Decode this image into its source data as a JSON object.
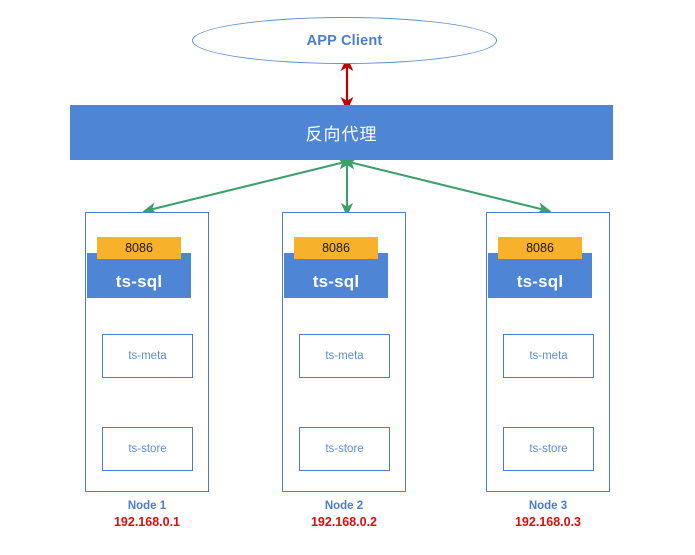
{
  "diagram": {
    "title_visible": false,
    "colors": {
      "proxy_blue": "#4e85d4",
      "node_border_blue": "#4a7ec9",
      "badge_orange": "#f7b12a",
      "ip_red": "#d80f0f",
      "client_arrow_red": "#c00000",
      "node_arrow_green": "#3da06a",
      "text_blue": "#5b8fd4",
      "white": "#ffffff"
    }
  },
  "client": {
    "label": "APP Client",
    "shape": "ellipse"
  },
  "proxy": {
    "label": "反向代理"
  },
  "connectors": {
    "client_to_proxy": {
      "color": "#c00000",
      "style": "double-headed-arrow",
      "orientation": "vertical"
    },
    "proxy_to_nodes": {
      "color": "#3da06a",
      "style": "double-headed-arrow",
      "count": 3
    }
  },
  "nodes": [
    {
      "name": "Node 1",
      "ip": "192.168.0.1",
      "port": "8086",
      "service": "ts-sql",
      "components": [
        "ts-meta",
        "ts-store"
      ]
    },
    {
      "name": "Node 2",
      "ip": "192.168.0.2",
      "port": "8086",
      "service": "ts-sql",
      "components": [
        "ts-meta",
        "ts-store"
      ]
    },
    {
      "name": "Node 3",
      "ip": "192.168.0.3",
      "port": "8086",
      "service": "ts-sql",
      "components": [
        "ts-meta",
        "ts-store"
      ]
    }
  ]
}
